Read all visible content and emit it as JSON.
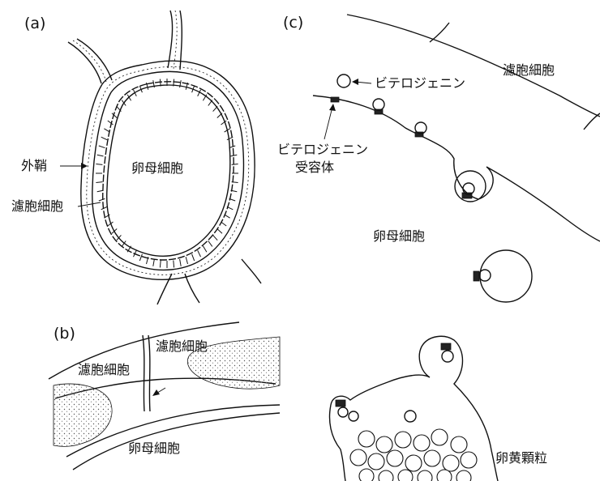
{
  "panels": {
    "a": {
      "tag": "(a)",
      "label_outer_sheath": "外鞘",
      "label_follicle_cell": "濾胞細胞",
      "label_oocyte": "卵母細胞"
    },
    "b": {
      "tag": "(b)",
      "label_follicle_cell_left": "濾胞細胞",
      "label_follicle_cell_right": "濾胞細胞",
      "label_oocyte": "卵母細胞"
    },
    "c": {
      "tag": "(c)",
      "label_follicle_cell": "濾胞細胞",
      "label_vitellogenin": "ビテロジェニン",
      "label_receptor_line1": "ビテロジェニン",
      "label_receptor_line2": "受容体",
      "label_oocyte": "卵母細胞",
      "label_yolk_granule": "卵黄顆粒"
    }
  }
}
